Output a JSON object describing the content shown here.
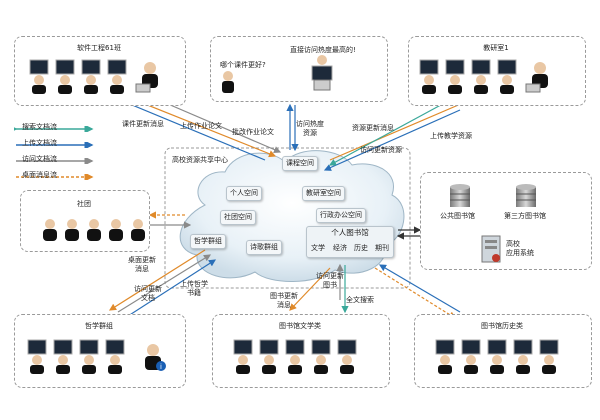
{
  "groups": {
    "software_class": "软件工程61班",
    "course_center": {
      "question": "哪个课件更好?",
      "heading": "直接访问热度最高的!"
    },
    "teaching_office": "教研室1",
    "club": "社团",
    "philosophy_group": "哲学群组",
    "literature": "图书馆文学类",
    "history": "图书馆历史类"
  },
  "legend": [
    {
      "label": "搜索文档流",
      "color": "#3aa89a"
    },
    {
      "label": "上传文档流",
      "color": "#2a6fb8"
    },
    {
      "label": "访问文档流",
      "color": "#8a8a8a"
    },
    {
      "label": "桌面消息流",
      "color": "#e08a2a"
    }
  ],
  "cloud": {
    "title": "高校资源共享中心",
    "course_space": "课程空间",
    "personal_space": "个人空间",
    "research_space": "教研室空间",
    "club_space": "社团空间",
    "admin_space": "行政办公空间",
    "philosophy_group": "哲学群组",
    "poetry_group": "诗歌群组",
    "personal_library": "个人图书馆",
    "library_tags": [
      "文学",
      "经济",
      "历史",
      "期刊"
    ]
  },
  "libraries": {
    "public": "公共图书馆",
    "third_party": "第三方图书馆",
    "university_app": "高校\n应用系统"
  },
  "flows": {
    "course_update": "课件更新消息",
    "upload_homework": "上传作业论文",
    "grade_homework": "批改作业论文",
    "visit_hot": "访问热度\n资源",
    "resource_update_msg": "资源更新消息",
    "upload_teaching": "上传教学资源",
    "visit_update": "访问更新资源",
    "desktop_update": "桌面更新\n消息",
    "visit_update_docs": "访问更新\n文档",
    "upload_philosophy": "上传哲学\n书籍",
    "library_update": "图书更新\n消息",
    "visit_update_books": "访问更新\n图书",
    "fulltext_search": "全文搜索"
  },
  "colors": {
    "search": "#3aa89a",
    "upload": "#2a6fb8",
    "visit": "#8a8a8a",
    "desktop": "#e08a2a"
  }
}
